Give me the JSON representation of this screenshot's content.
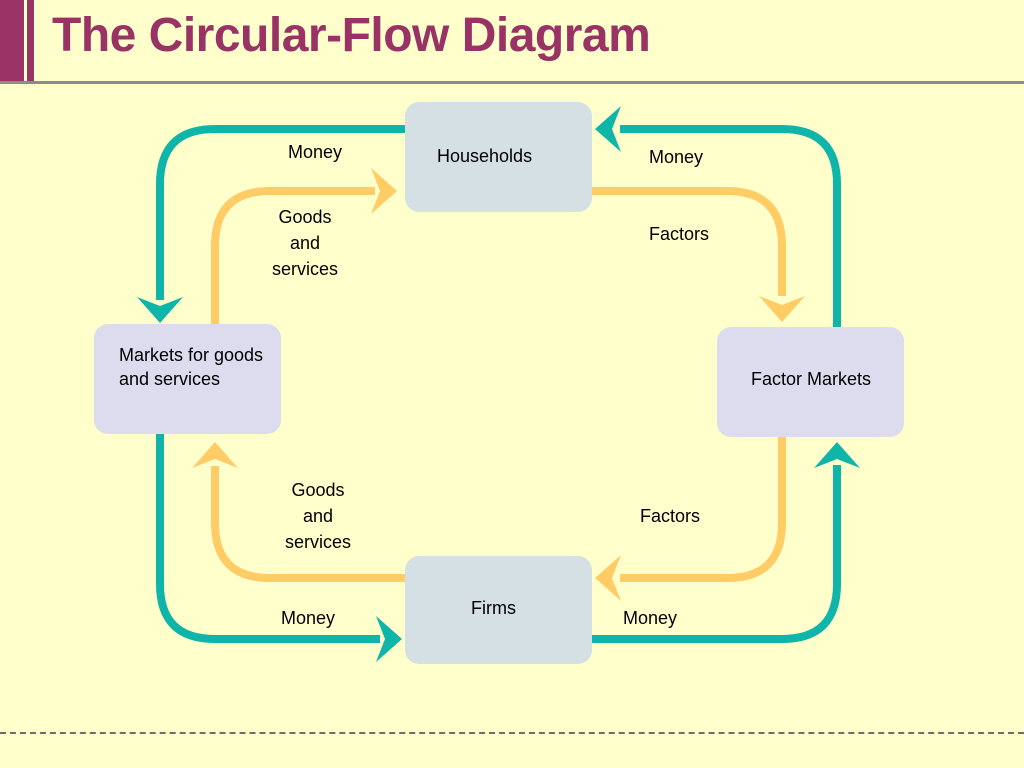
{
  "title": "The Circular-Flow Diagram",
  "colors": {
    "title": "#993366",
    "money_flow": "#0FB5A9",
    "goods_factors_flow": "#FFCC66",
    "background": "#FFFFCC",
    "node_households_firms": "#D5E0E5",
    "node_markets": "#DCDCEE"
  },
  "nodes": {
    "households": "Households",
    "firms": "Firms",
    "goods_markets": "Markets for goods and services",
    "factor_markets": "Factor Markets"
  },
  "labels": {
    "money_top_left": "Money",
    "money_top_right": "Money",
    "money_bottom_left": "Money",
    "money_bottom_right": "Money",
    "goods_top": [
      "Goods",
      "and",
      "services"
    ],
    "goods_bottom": [
      "Goods",
      "and",
      "services"
    ],
    "factors_top": "Factors",
    "factors_bottom": "Factors"
  }
}
